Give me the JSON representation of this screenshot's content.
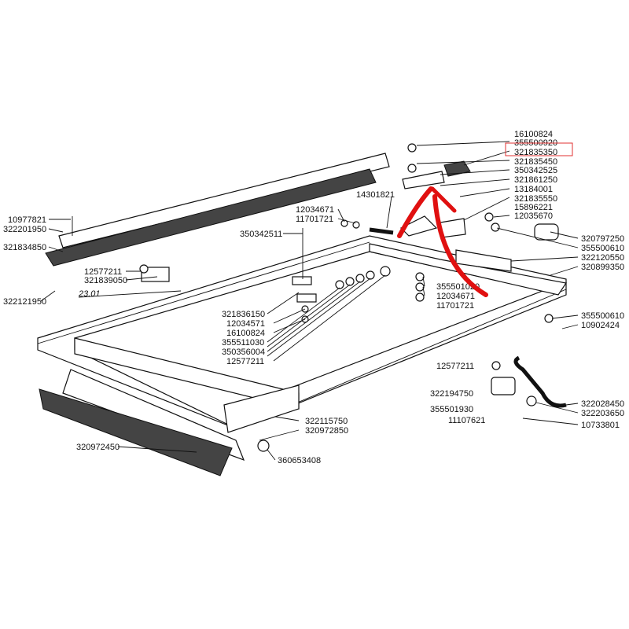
{
  "highlight_color": "#e03030",
  "arrow_color": "#e01010",
  "highlighted_part": "321835350",
  "labels": {
    "top_right": [
      "16100824",
      "355500920",
      "321835350",
      "321835450",
      "350342525",
      "321861250",
      "13184001",
      "321835550",
      "15896221",
      "12035670"
    ],
    "right_mid": [
      "320797250",
      "355500610",
      "322120550",
      "320899350"
    ],
    "right_lower": [
      "355500610",
      "10902424"
    ],
    "right_bottom": [
      "322028450",
      "322203650",
      "10733801"
    ],
    "left": [
      "10977821",
      "322201950",
      "321834850",
      "322121950"
    ],
    "left_clip": [
      "12577211",
      "321839050"
    ],
    "ref_note": "23.01",
    "center_top": [
      "12034671",
      "11701721",
      "14301821",
      "350342511"
    ],
    "center_stack": [
      "321836150",
      "12034571",
      "16100824",
      "355511030",
      "350356004",
      "12577211"
    ],
    "center_right": [
      "355501020",
      "12034671",
      "11701721"
    ],
    "bottom": [
      "322115750",
      "320972850",
      "320972450",
      "360653408"
    ],
    "bracket_group": [
      "12577211",
      "322194750",
      "355501930",
      "11107621"
    ]
  }
}
